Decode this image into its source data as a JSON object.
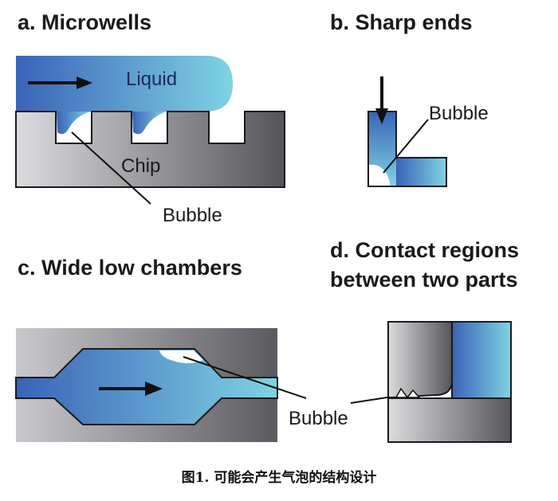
{
  "panels": {
    "a": {
      "title": "a. Microwells",
      "liquid_label": "Liquid",
      "chip_label": "Chip",
      "bubble_label": "Bubble"
    },
    "b": {
      "title": "b. Sharp ends",
      "bubble_label": "Bubble"
    },
    "c": {
      "title": "c. Wide low chambers",
      "bubble_label": "Bubble"
    },
    "d": {
      "title_line1": "d. Contact regions",
      "title_line2": "between two parts"
    }
  },
  "caption": "图1. 可能会产生气泡的结构设计",
  "colors": {
    "liquid_dark": "#3a63b8",
    "liquid_light": "#7fd3e3",
    "chip_light": "#d9d9dc",
    "chip_dark": "#5a5a5e",
    "outline": "#1a1a1a"
  }
}
